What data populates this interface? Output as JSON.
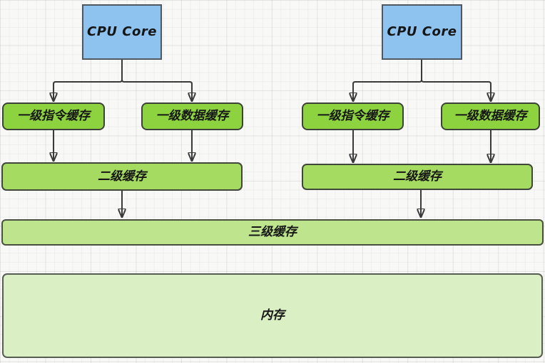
{
  "diagram": {
    "description": "CPU cache hierarchy diagram with two CPU cores",
    "nodes": {
      "cpu_left": {
        "label": "CPU Core"
      },
      "cpu_right": {
        "label": "CPU Core"
      },
      "l1i_left": {
        "label": "一级指令缓存"
      },
      "l1d_left": {
        "label": "一级数据缓存"
      },
      "l1i_right": {
        "label": "一级指令缓存"
      },
      "l1d_right": {
        "label": "一级数据缓存"
      },
      "l2_left": {
        "label": "二级缓存"
      },
      "l2_right": {
        "label": "二级缓存"
      },
      "l3": {
        "label": "三级缓存"
      },
      "memory": {
        "label": "内存"
      }
    },
    "edges": [
      "cpu_left -> l1i_left",
      "cpu_left -> l1d_left",
      "l1i_left -> l2_left",
      "l1d_left -> l2_left",
      "l2_left -> l3",
      "cpu_right -> l1i_right",
      "cpu_right -> l1d_right",
      "l1i_right -> l2_right",
      "l1d_right -> l2_right",
      "l2_right -> l3"
    ],
    "colors": {
      "cpu_fill": "#8EC2EF",
      "l1_fill": "#8DD340",
      "l2_fill": "#A5DB60",
      "l3_fill": "#BEE48E",
      "memory_fill": "#DBEFC5",
      "node_border": "#404040",
      "arrow": "#3A3A3A",
      "canvas_background": "#F8F8F7"
    }
  }
}
